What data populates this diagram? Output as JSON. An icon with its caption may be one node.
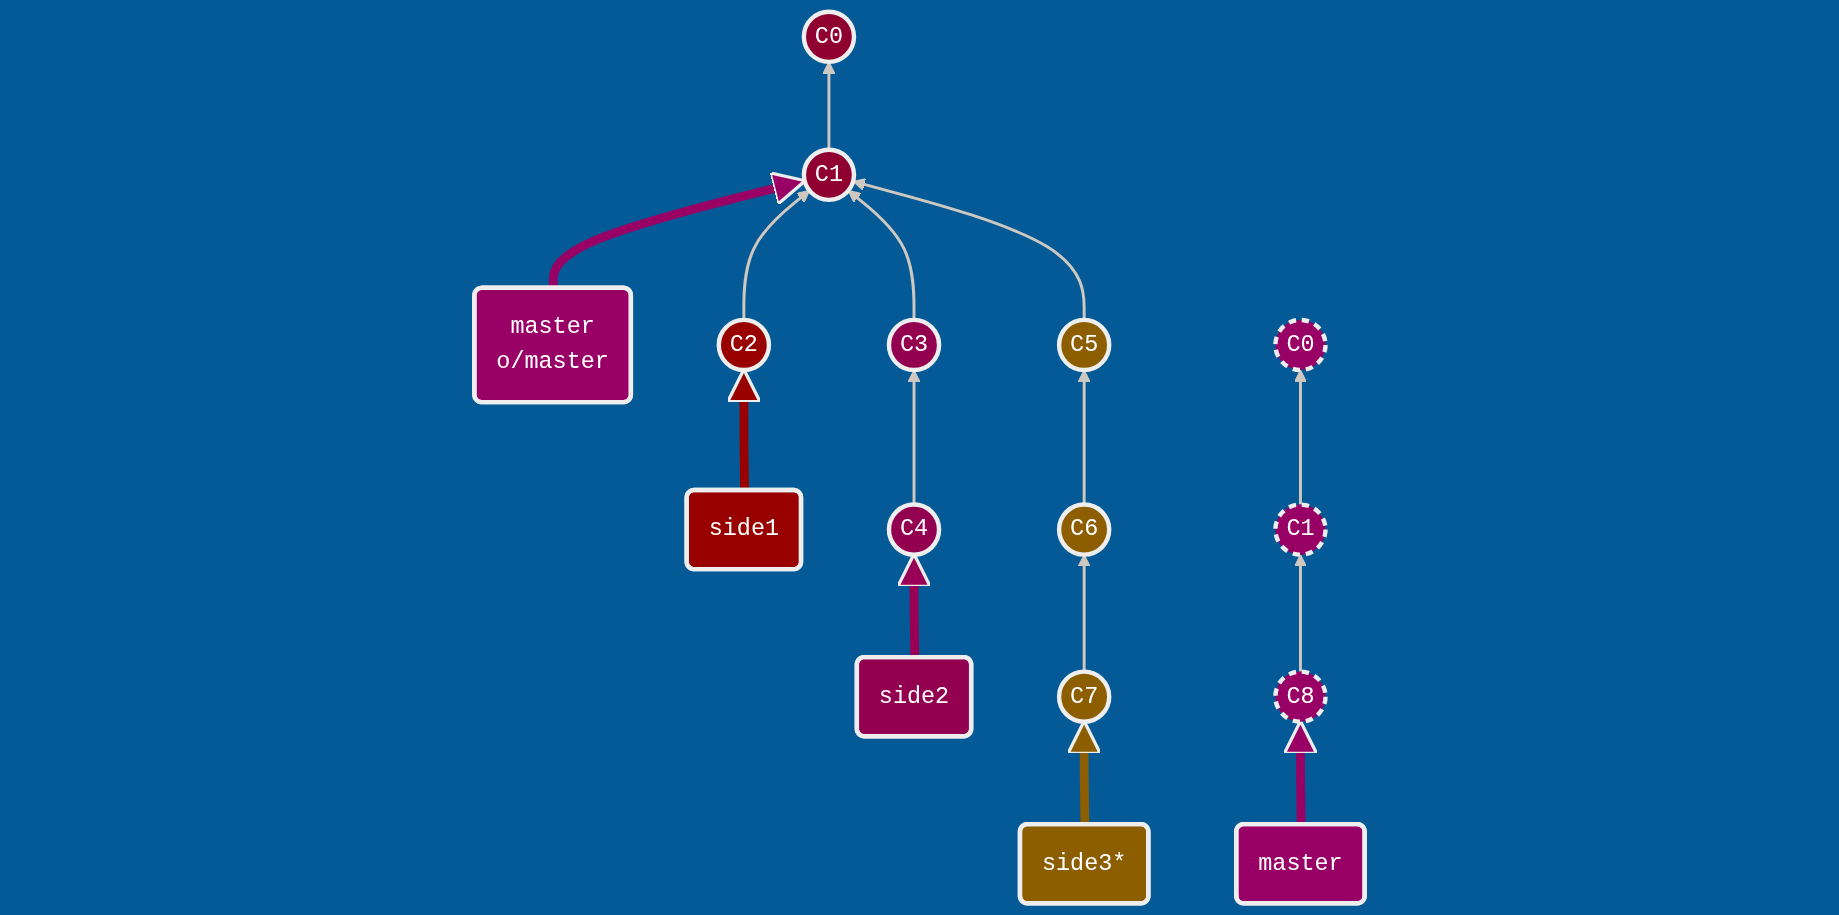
{
  "diagram": {
    "nodes": [
      {
        "text": [
          "C0"
        ]
      },
      {
        "text": [
          "C1"
        ]
      },
      {
        "text": [
          "master",
          "o/master"
        ]
      },
      {
        "text": [
          "C2"
        ]
      },
      {
        "text": [
          "side1"
        ]
      },
      {
        "text": [
          "C3"
        ]
      },
      {
        "text": [
          "C4"
        ]
      },
      {
        "text": [
          "side2"
        ]
      },
      {
        "text": [
          "C5"
        ]
      },
      {
        "text": [
          "C6"
        ]
      },
      {
        "text": [
          "C7"
        ]
      },
      {
        "text": [
          "side3*"
        ]
      },
      {
        "text": [
          "C0"
        ]
      },
      {
        "text": [
          "C1"
        ]
      },
      {
        "text": [
          "C8"
        ]
      },
      {
        "text": [
          "master"
        ]
      }
    ],
    "edges": [
      {
        "from": 1,
        "to": 0,
        "arrow": "to"
      },
      {
        "from": 2,
        "to": 1,
        "arrow": "to",
        "style": "thick",
        "color": "#990066"
      },
      {
        "from": 3,
        "to": 1,
        "arrow": "to"
      },
      {
        "from": 5,
        "to": 1,
        "arrow": "to"
      },
      {
        "from": 8,
        "to": 1,
        "arrow": "to"
      },
      {
        "from": 4,
        "to": 3,
        "arrow": "to",
        "style": "thick",
        "color": "#990000"
      },
      {
        "from": 6,
        "to": 5,
        "arrow": "to"
      },
      {
        "from": 7,
        "to": 6,
        "arrow": "to",
        "style": "thick",
        "color": "#990055"
      },
      {
        "from": 9,
        "to": 8,
        "arrow": "to"
      },
      {
        "from": 10,
        "to": 9,
        "arrow": "to"
      },
      {
        "from": 11,
        "to": 10,
        "arrow": "to",
        "style": "thick",
        "color": "#8c5e00"
      },
      {
        "from": 13,
        "to": 12,
        "arrow": "to"
      },
      {
        "from": 14,
        "to": 13,
        "arrow": "to"
      },
      {
        "from": 15,
        "to": 14,
        "arrow": "to",
        "style": "thick",
        "color": "#990066"
      }
    ]
  }
}
